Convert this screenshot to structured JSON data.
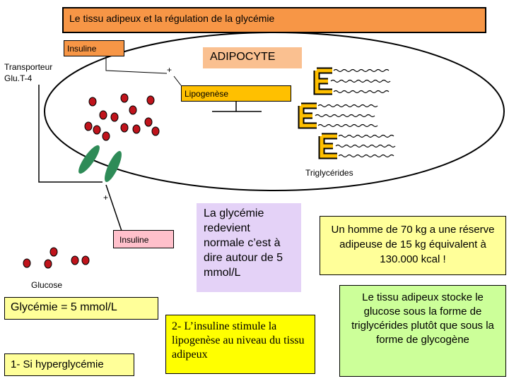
{
  "title": "Le tissu adipeux et la régulation de la glycémie",
  "labels": {
    "insuline_top": "Insuline",
    "adipocyte": "ADIPOCYTE",
    "transporteur": "Transporteur",
    "glut4": "Glu.T-4",
    "plus_top": "+",
    "lipogenese": "Lipogenèse",
    "triglycerides": "Triglycérides",
    "plus_bottom": "+",
    "insuline_mid": "Insuline",
    "glucose": "Glucose",
    "e_letter": "E"
  },
  "boxes": {
    "glycemie_normale": "La glycémie redevient normale c’est à dire autour de 5 mmol/L",
    "homme": "Un homme de 70 kg a une réserve adipeuse de 15 kg équivalent à 130.000 kcal !",
    "glycemie_5": "Glycémie = 5 mmol/L",
    "hyperglycemie": "1- Si hyperglycémie",
    "insuline_stimule": "2- L’insuline stimule la lipogenèse au niveau du tissu adipeux",
    "stocke": "Le tissu adipeux stocke le glucose sous la forme de triglycérides plutôt que sous la forme de glycogène"
  },
  "colors": {
    "title_bg": "#f79646",
    "adipocyte_bg": "#fac090",
    "lipogenese_bg": "#ffc000",
    "transporter": "#2e8b57",
    "glucose": "#c0141c",
    "triglyceride_e": "#ffc000",
    "violet_box": "#e4d2f7",
    "yellow_box": "#ffff99",
    "green_box": "#ccff99"
  }
}
